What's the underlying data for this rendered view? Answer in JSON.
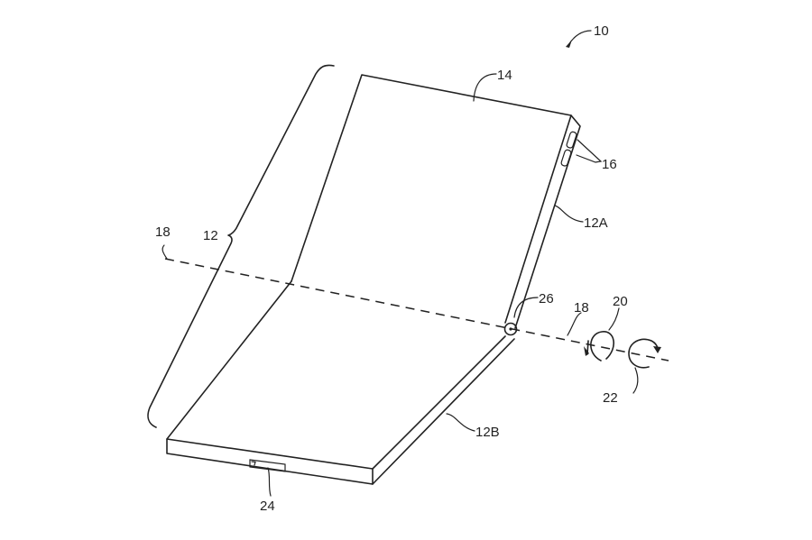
{
  "figure": {
    "type": "patent-drawing",
    "subject": "foldable electronic device",
    "line_color": "#222222",
    "background": "#ffffff"
  },
  "labels": {
    "device": "10",
    "display": "14",
    "buttons": "16",
    "housing": "12",
    "upper_housing": "12A",
    "lower_housing": "12B",
    "axis_left": "18",
    "axis_right": "18",
    "rotation_a": "20",
    "rotation_b": "22",
    "connector": "24",
    "hinge": "26"
  }
}
